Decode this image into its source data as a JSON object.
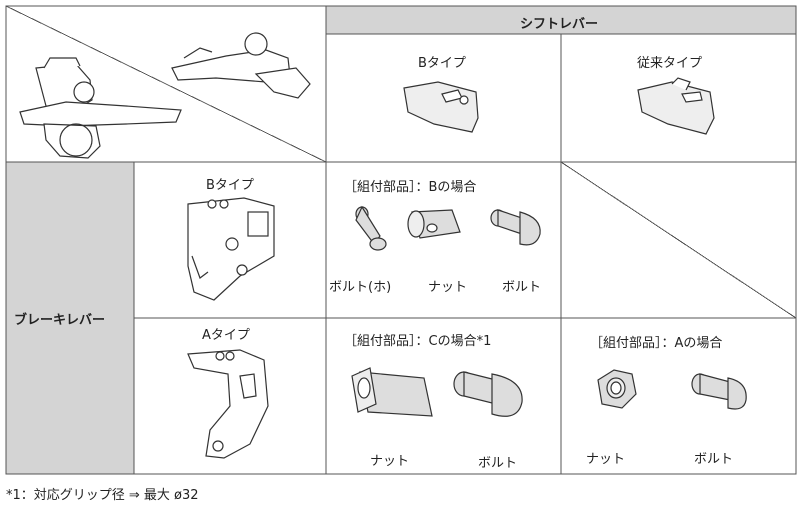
{
  "header": {
    "shift_lever": "シフトレバー",
    "brake_lever": "ブレーキレバー"
  },
  "shift_types": {
    "b_type": "Bタイプ",
    "conventional": "従来タイプ"
  },
  "brake_types": {
    "b_type": "Bタイプ",
    "a_type": "Aタイプ"
  },
  "parts_b": {
    "title": "［組付部品］：Bの場合",
    "bolt_ho": "ボルト(ホ)",
    "nut": "ナット",
    "bolt": "ボルト"
  },
  "parts_c": {
    "title": "［組付部品］：Cの場合*1",
    "nut": "ナット",
    "bolt": "ボルト"
  },
  "parts_a": {
    "title": "［組付部品］：Aの場合",
    "nut": "ナット",
    "bolt": "ボルト"
  },
  "footnote": "*1：対応グリップ径 ⇒ 最大 ø32"
}
